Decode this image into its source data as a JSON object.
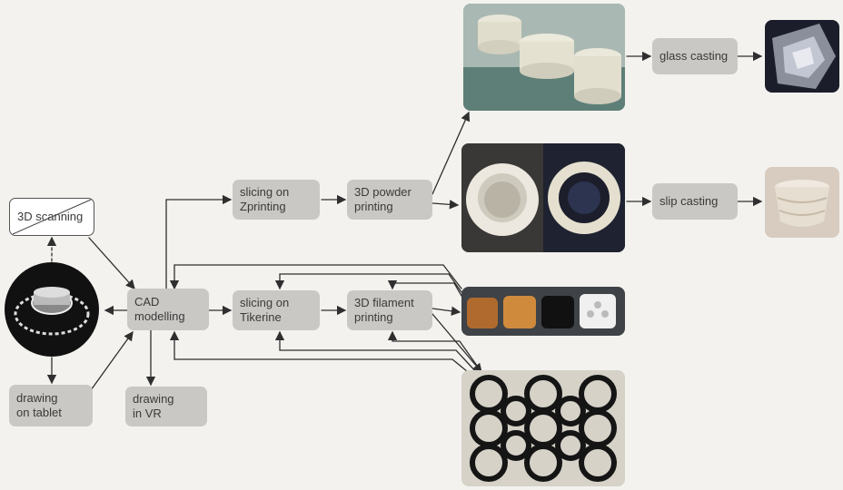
{
  "nodes": {
    "scanning": "3D scanning",
    "cad": "CAD\nmodelling",
    "drawing_tablet": "drawing\non tablet",
    "drawing_vr": "drawing\nin VR",
    "slicing_zprinting": "slicing on\nZprinting",
    "powder_printing": "3D powder\nprinting",
    "slicing_tiker": "slicing on\nTikerine",
    "filament_printing": "3D filament\nprinting",
    "glass_casting": "glass casting",
    "slip_casting": "slip casting"
  },
  "photos": {
    "scanned_object": "3D printed lattice bowl on black background",
    "powder_parts": "white powder-printed molds on green table",
    "molds": "two circular plaster molds",
    "glass_result": "cast glass object",
    "slip_result": "slip-cast ceramic cup",
    "filament_cups": "row of filament-printed cups",
    "lattice": "black filament lattice panel"
  },
  "colors": {
    "node_fill": "#c9c8c4",
    "arrow": "#2f2f2f",
    "background": "#f3f2ee"
  }
}
